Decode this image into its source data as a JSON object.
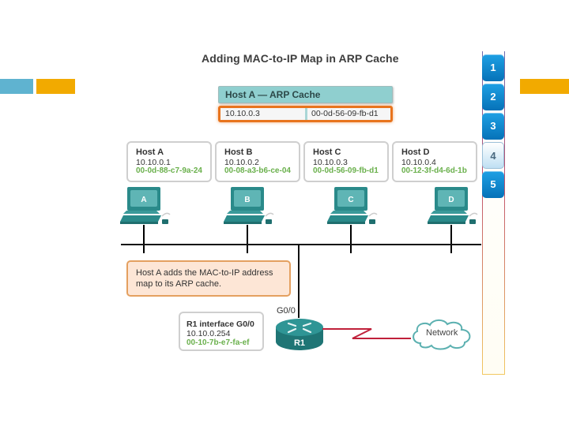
{
  "title": "Adding MAC-to-IP Map in ARP Cache",
  "colors": {
    "accent_blue": "#5fb3d0",
    "accent_gold": "#f2aa00",
    "highlight_orange": "#e8741d",
    "mac_green": "#6ab04c",
    "device_teal": "#2a8a8a",
    "serial_red": "#c0203a"
  },
  "arp_cache": {
    "header": "Host A — ARP Cache",
    "entries": [
      {
        "ip": "10.10.0.3",
        "mac": "00-0d-56-09-fb-d1"
      }
    ]
  },
  "hosts": [
    {
      "name": "Host A",
      "ip": "10.10.0.1",
      "mac": "00-0d-88-c7-9a-24",
      "pc_label": "A"
    },
    {
      "name": "Host B",
      "ip": "10.10.0.2",
      "mac": "00-08-a3-b6-ce-04",
      "pc_label": "B"
    },
    {
      "name": "Host C",
      "ip": "10.10.0.3",
      "mac": "00-0d-56-09-fb-d1",
      "pc_label": "C"
    },
    {
      "name": "Host D",
      "ip": "10.10.0.4",
      "mac": "00-12-3f-d4-6d-1b",
      "pc_label": "D"
    }
  ],
  "callout": "Host A adds the MAC-to-IP address map to its ARP cache.",
  "router": {
    "interface_title": "R1 interface G0/0",
    "ip": "10.10.0.254",
    "mac": "00-10-7b-e7-fa-ef",
    "label": "R1",
    "port_label": "G0/0"
  },
  "network_label": "Network",
  "stepper": {
    "steps": [
      "1",
      "2",
      "3",
      "4",
      "5"
    ],
    "active_step": "4"
  }
}
